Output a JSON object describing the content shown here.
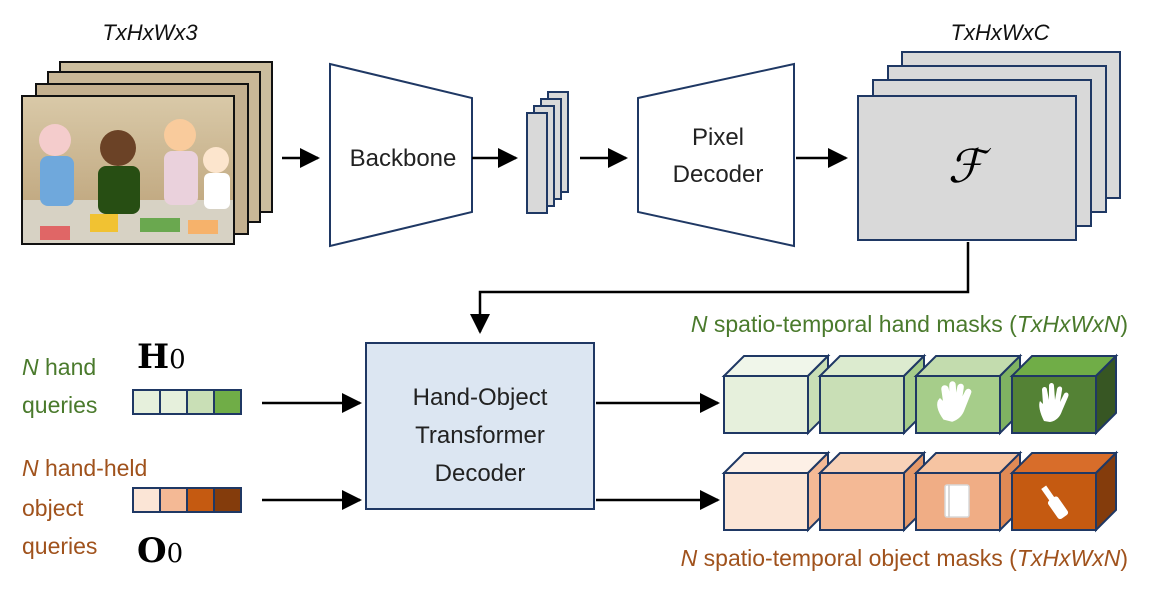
{
  "input": {
    "dims_label": "TxHxWx3"
  },
  "backbone": {
    "label": "Backbone"
  },
  "pixel_decoder": {
    "line1": "Pixel",
    "line2": "Decoder"
  },
  "features": {
    "dims_label": "TxHxWxC",
    "symbol": "ℱ"
  },
  "transformer": {
    "line1": "Hand-Object",
    "line2": "Transformer",
    "line3": "Decoder"
  },
  "hand_queries": {
    "n": "N",
    "line1_rest": " hand",
    "line2": "queries",
    "symbol_main": "H",
    "symbol_sub": "0"
  },
  "object_queries": {
    "n": "N",
    "line1_rest": " hand-held",
    "line2": "object",
    "line3": "queries",
    "symbol_main": "O",
    "symbol_sub": "0"
  },
  "hand_masks": {
    "n": "N",
    "text": " spatio-temporal hand masks (",
    "dims": "TxHxWxN",
    "close": ")"
  },
  "object_masks": {
    "n": "N",
    "text": " spatio-temporal object masks (",
    "dims": "TxHxWxN",
    "close": ")"
  },
  "colors": {
    "green_text": "#4a7a2c",
    "orange_text": "#a0521c",
    "box_border": "#1f3864",
    "transformer_fill": "#dce6f2",
    "gray_fill": "#d9d9d9",
    "hand_cells": [
      "#e6f0dc",
      "#c9dfb6",
      "#a6cd8a",
      "#548235"
    ],
    "object_cells": [
      "#fbe5d6",
      "#f4b995",
      "#c55a11",
      "#843c0c"
    ]
  }
}
